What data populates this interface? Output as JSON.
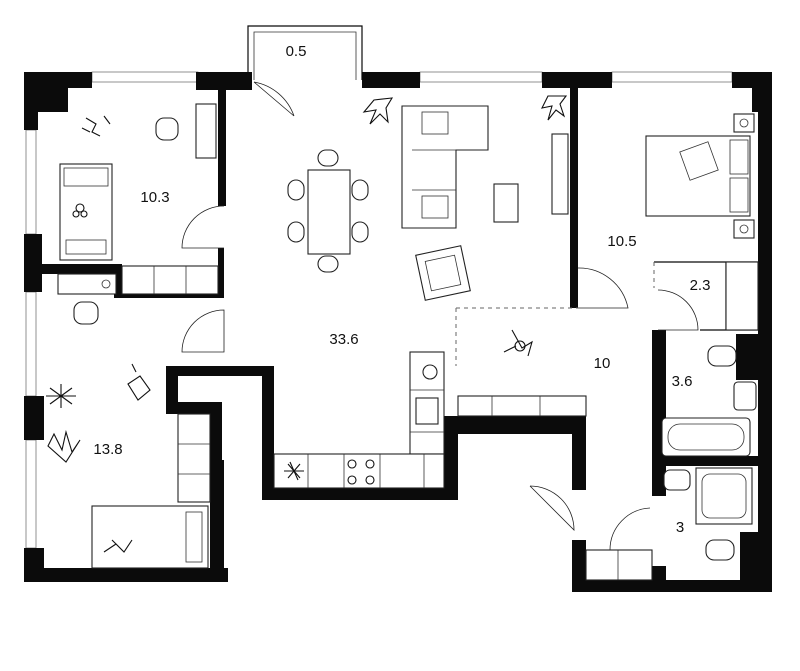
{
  "floor_plan": {
    "rooms": [
      {
        "id": "balcony",
        "area": "0.5"
      },
      {
        "id": "bedroom-top-left",
        "area": "10.3"
      },
      {
        "id": "living-kitchen",
        "area": "33.6"
      },
      {
        "id": "bedroom-top-right",
        "area": "10.5"
      },
      {
        "id": "closet",
        "area": "2.3"
      },
      {
        "id": "hallway",
        "area": "10"
      },
      {
        "id": "bathroom",
        "area": "3.6"
      },
      {
        "id": "bedroom-bottom-left",
        "area": "13.8"
      },
      {
        "id": "toilet-room",
        "area": "3"
      }
    ],
    "colors": {
      "wall": "#0b0b0b",
      "background": "#ffffff",
      "line": "#222222"
    },
    "icons": [
      "bed-icon",
      "sofa-icon",
      "armchair-icon",
      "dining-table-icon",
      "desk-icon",
      "office-chair-icon",
      "plant-icon",
      "toy-icon",
      "cooktop-icon",
      "sink-icon",
      "washing-machine-icon",
      "bathtub-icon",
      "toilet-icon",
      "shower-icon",
      "wardrobe-icon",
      "door-icon",
      "window-icon"
    ]
  }
}
